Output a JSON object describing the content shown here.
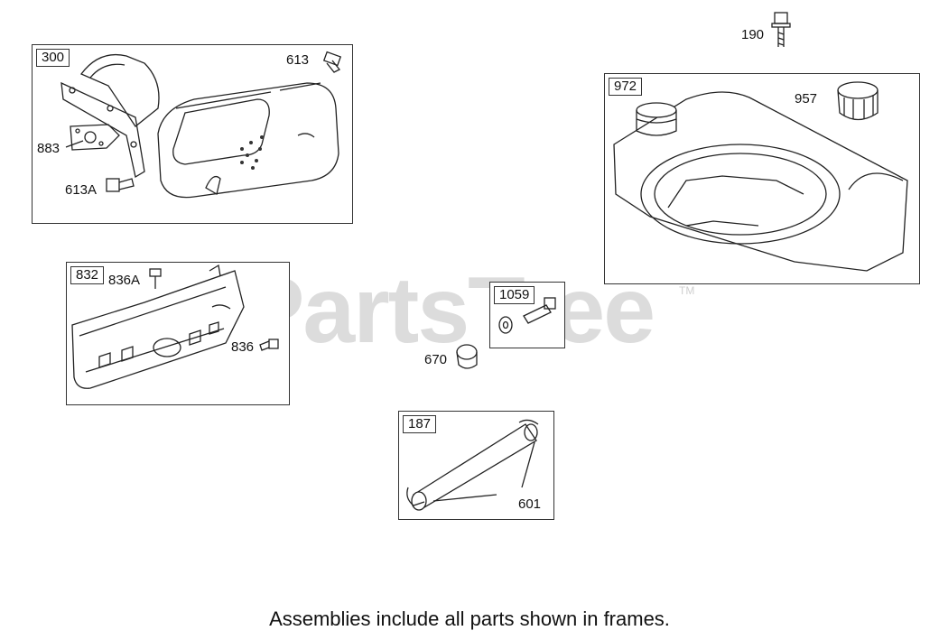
{
  "watermark": {
    "text": "PartsTree",
    "trademark": "TM"
  },
  "frames": {
    "f300": {
      "tag": "300"
    },
    "f832": {
      "tag": "832"
    },
    "f1059": {
      "tag": "1059"
    },
    "f187": {
      "tag": "187"
    },
    "f972": {
      "tag": "972"
    }
  },
  "labels": {
    "p613": "613",
    "p883": "883",
    "p613a": "613A",
    "p836a": "836A",
    "p836": "836",
    "p670": "670",
    "p601": "601",
    "p190": "190",
    "p957": "957"
  },
  "footer": "Assemblies include all parts shown in frames."
}
